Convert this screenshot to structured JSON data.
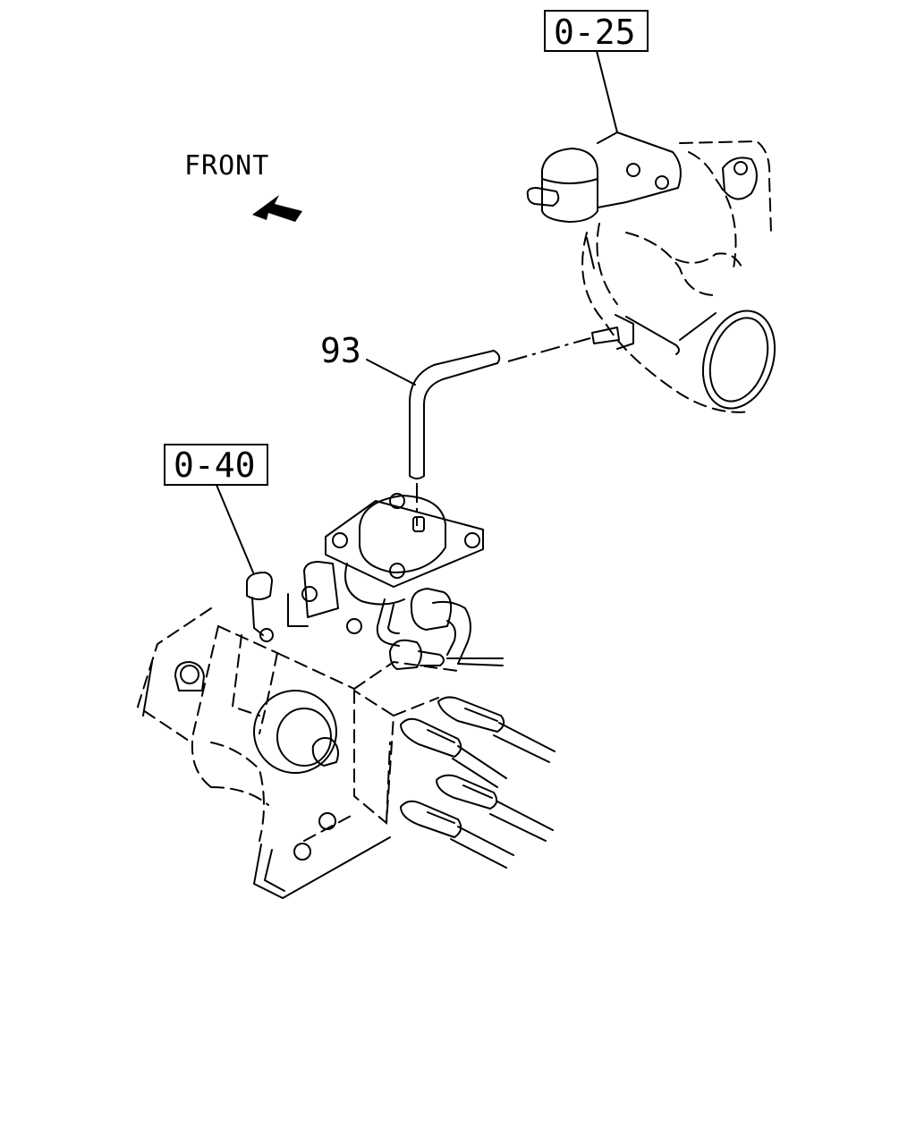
{
  "diagram": {
    "front_label": "FRONT",
    "callouts": [
      {
        "id": "ref_upper",
        "text": "0-25"
      },
      {
        "id": "ref_lower",
        "text": "0-40"
      }
    ],
    "part_numbers": [
      {
        "id": "hose",
        "text": "93"
      }
    ]
  }
}
